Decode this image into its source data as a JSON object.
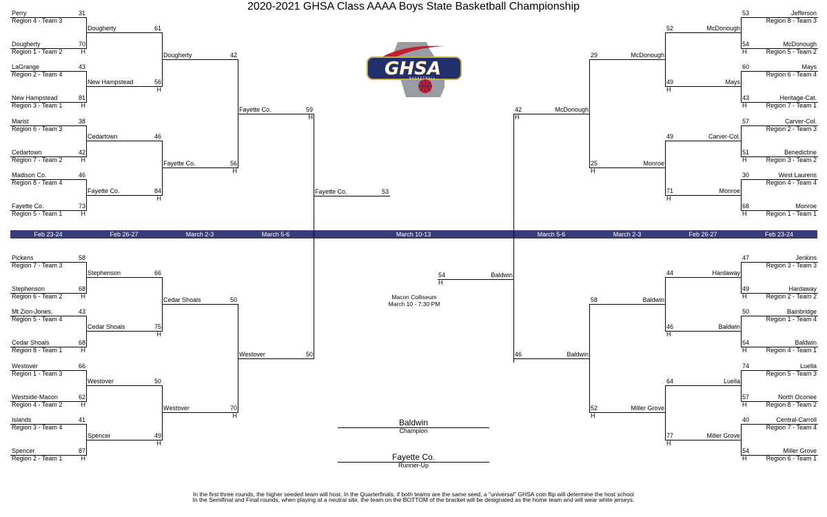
{
  "title": "2020-2021 GHSA Class AAAA Boys State Basketball Championship",
  "logo": {
    "icon": "ghsa-basketball-logo",
    "text": "GHSA",
    "subtext": "BASKETBALL",
    "colors": {
      "navy": "#1f2f6b",
      "red": "#c41e2e",
      "gold": "#c9a64a",
      "gray": "#9a9ca3"
    }
  },
  "band_color": "#383d7a",
  "host_marker": "H",
  "round_labels": {
    "left": [
      "Feb 23-24",
      "Feb 26-27",
      "March 2-3",
      "March 5-6"
    ],
    "center": "March 10-13",
    "right": [
      "March 5-6",
      "March 2-3",
      "Feb 26-27",
      "Feb 23-24"
    ]
  },
  "left_top": {
    "r1": [
      {
        "top": {
          "name": "Perry",
          "seed": "Region 4 - Team 3",
          "score": "31"
        },
        "bottom": {
          "name": "Dougherty",
          "seed": "Region 1 - Team 2",
          "score": "70"
        }
      },
      {
        "top": {
          "name": "LaGrange",
          "seed": "Region 2 - Team 4",
          "score": "43"
        },
        "bottom": {
          "name": "New Hampstead",
          "seed": "Region 3 - Team 1",
          "score": "81"
        }
      },
      {
        "top": {
          "name": "Marist",
          "seed": "Region 6 - Team 3",
          "score": "38"
        },
        "bottom": {
          "name": "Cedartown",
          "seed": "Region 7 - Team 2",
          "score": "42"
        }
      },
      {
        "top": {
          "name": "Madison Co.",
          "seed": "Region 8 - Team 4",
          "score": "46"
        },
        "bottom": {
          "name": "Fayette Co.",
          "seed": "Region 5 - Team 1",
          "score": "73"
        }
      }
    ],
    "r2": [
      {
        "top": {
          "name": "Dougherty",
          "score": "61"
        },
        "bottom": {
          "name": "New Hampstead",
          "score": "56"
        }
      },
      {
        "top": {
          "name": "Cedartown",
          "score": "46"
        },
        "bottom": {
          "name": "Fayette Co.",
          "score": "84"
        }
      }
    ],
    "r3": {
      "top": {
        "name": "Dougherty",
        "score": "42"
      },
      "bottom": {
        "name": "Fayette Co.",
        "score": "56"
      }
    },
    "r4": {
      "name": "Fayette Co.",
      "score": "59"
    }
  },
  "left_bottom": {
    "r1": [
      {
        "top": {
          "name": "Pickens",
          "seed": "Region 7 - Team 3",
          "score": "58"
        },
        "bottom": {
          "name": "Stephenson",
          "seed": "Region 6 - Team 2",
          "score": "68"
        }
      },
      {
        "top": {
          "name": "Mt Zion-Jones.",
          "seed": "Region 5 - Team 4",
          "score": "43"
        },
        "bottom": {
          "name": "Cedar Shoals",
          "seed": "Region 8 - Team 1",
          "score": "68"
        }
      },
      {
        "top": {
          "name": "Westover",
          "seed": "Region 1 - Team 3",
          "score": "66"
        },
        "bottom": {
          "name": "Westside-Macon",
          "seed": "Region 4 - Team 2",
          "score": "62"
        }
      },
      {
        "top": {
          "name": "Islands",
          "seed": "Region 3 - Team 4",
          "score": "41"
        },
        "bottom": {
          "name": "Spencer",
          "seed": "Region 2 - Team 1",
          "score": "87"
        }
      }
    ],
    "r2": [
      {
        "top": {
          "name": "Stephenson",
          "score": "66"
        },
        "bottom": {
          "name": "Cedar Shoals",
          "score": "75"
        }
      },
      {
        "top": {
          "name": "Westover",
          "score": "50"
        },
        "bottom": {
          "name": "Spencer",
          "score": "49"
        }
      }
    ],
    "r3": {
      "top": {
        "name": "Cedar Shoals",
        "score": "50"
      },
      "bottom": {
        "name": "Westover",
        "score": "70"
      }
    },
    "r4": {
      "name": "Westover",
      "score": "50"
    }
  },
  "right_top": {
    "r1": [
      {
        "top": {
          "name": "Jefferson",
          "seed": "Region 8 - Team 3",
          "score": "53"
        },
        "bottom": {
          "name": "McDonough",
          "seed": "Region 5 - Team 2",
          "score": "54"
        }
      },
      {
        "top": {
          "name": "Mays",
          "seed": "Region  6 - Team 4",
          "score": "60"
        },
        "bottom": {
          "name": "Heritage-Cat.",
          "seed": "Region 7 - Team 1",
          "score": "43"
        }
      },
      {
        "top": {
          "name": "Carver-Col.",
          "seed": "Region 2 - Team 3",
          "score": "57"
        },
        "bottom": {
          "name": "Benedictine",
          "seed": "Region 3 - Team 2",
          "score": "51"
        }
      },
      {
        "top": {
          "name": "West Laurens",
          "seed": "Region 4 - Team 4",
          "score": "30"
        },
        "bottom": {
          "name": "Monroe",
          "seed": "Region 1 - Team 1",
          "score": "68"
        }
      }
    ],
    "r2": [
      {
        "top": {
          "name": "McDonough",
          "score": "52"
        },
        "bottom": {
          "name": "Mays",
          "score": "49"
        }
      },
      {
        "top": {
          "name": "Carver-Col.",
          "score": "49"
        },
        "bottom": {
          "name": "Monroe",
          "score": "71"
        }
      }
    ],
    "r3": {
      "top": {
        "name": "McDonough",
        "score": "29"
      },
      "bottom": {
        "name": "Monroe",
        "score": "25"
      }
    },
    "r4": {
      "name": "McDonough",
      "score": "42"
    }
  },
  "right_bottom": {
    "r1": [
      {
        "top": {
          "name": "Jenkins",
          "seed": "Region 3 - Team 3",
          "score": "47"
        },
        "bottom": {
          "name": "Hardaway",
          "seed": "Region 2 - Team 2",
          "score": "49"
        }
      },
      {
        "top": {
          "name": "Bainbridge",
          "seed": "Region 1 - Team 4",
          "score": "50"
        },
        "bottom": {
          "name": "Baldwin",
          "seed": "Region 4 - Team 1",
          "score": "64"
        }
      },
      {
        "top": {
          "name": "Luella",
          "seed": "Region 5 - Team 3",
          "score": "74"
        },
        "bottom": {
          "name": "North Oconee",
          "seed": "Region 8 - Team 2",
          "score": "57"
        }
      },
      {
        "top": {
          "name": "Central-Carroll",
          "seed": "Region 7 - Team 4",
          "score": "40"
        },
        "bottom": {
          "name": "Miller Grove",
          "seed": "Region 6 - Team 1",
          "score": "54"
        }
      }
    ],
    "r2": [
      {
        "top": {
          "name": "Hardaway",
          "score": "44"
        },
        "bottom": {
          "name": "Baldwin",
          "score": "46"
        }
      },
      {
        "top": {
          "name": "Luella",
          "score": "64"
        },
        "bottom": {
          "name": "Miller Grove",
          "score": "77"
        }
      }
    ],
    "r3": {
      "top": {
        "name": "Baldwin",
        "score": "58"
      },
      "bottom": {
        "name": "Miller Grove",
        "score": "52"
      }
    },
    "r4": {
      "name": "Baldwin",
      "score": "46"
    }
  },
  "final_left": {
    "name": "Fayette Co.",
    "score": "53"
  },
  "final_right": {
    "name": "Baldwin",
    "score": "54"
  },
  "venue": {
    "name": "Macon Colliseum",
    "time": "March 10 - 7:30 PM"
  },
  "champion": {
    "name": "Baldwin",
    "label": "Champion"
  },
  "runner_up": {
    "name": "Fayette Co.",
    "label": "Runner-Up"
  },
  "footnotes": [
    "In the first three rounds, the higher seeded team will host.  In the Quarterfinals, if both teams are the same seed, a \"universal\" GHSA coin flip will determine the host school",
    "In the Semifinal and Final rounds, when playing at a neutral site, the team on the BOTTOM of the bracket will be designated as the home team and will wear white jerseys."
  ]
}
